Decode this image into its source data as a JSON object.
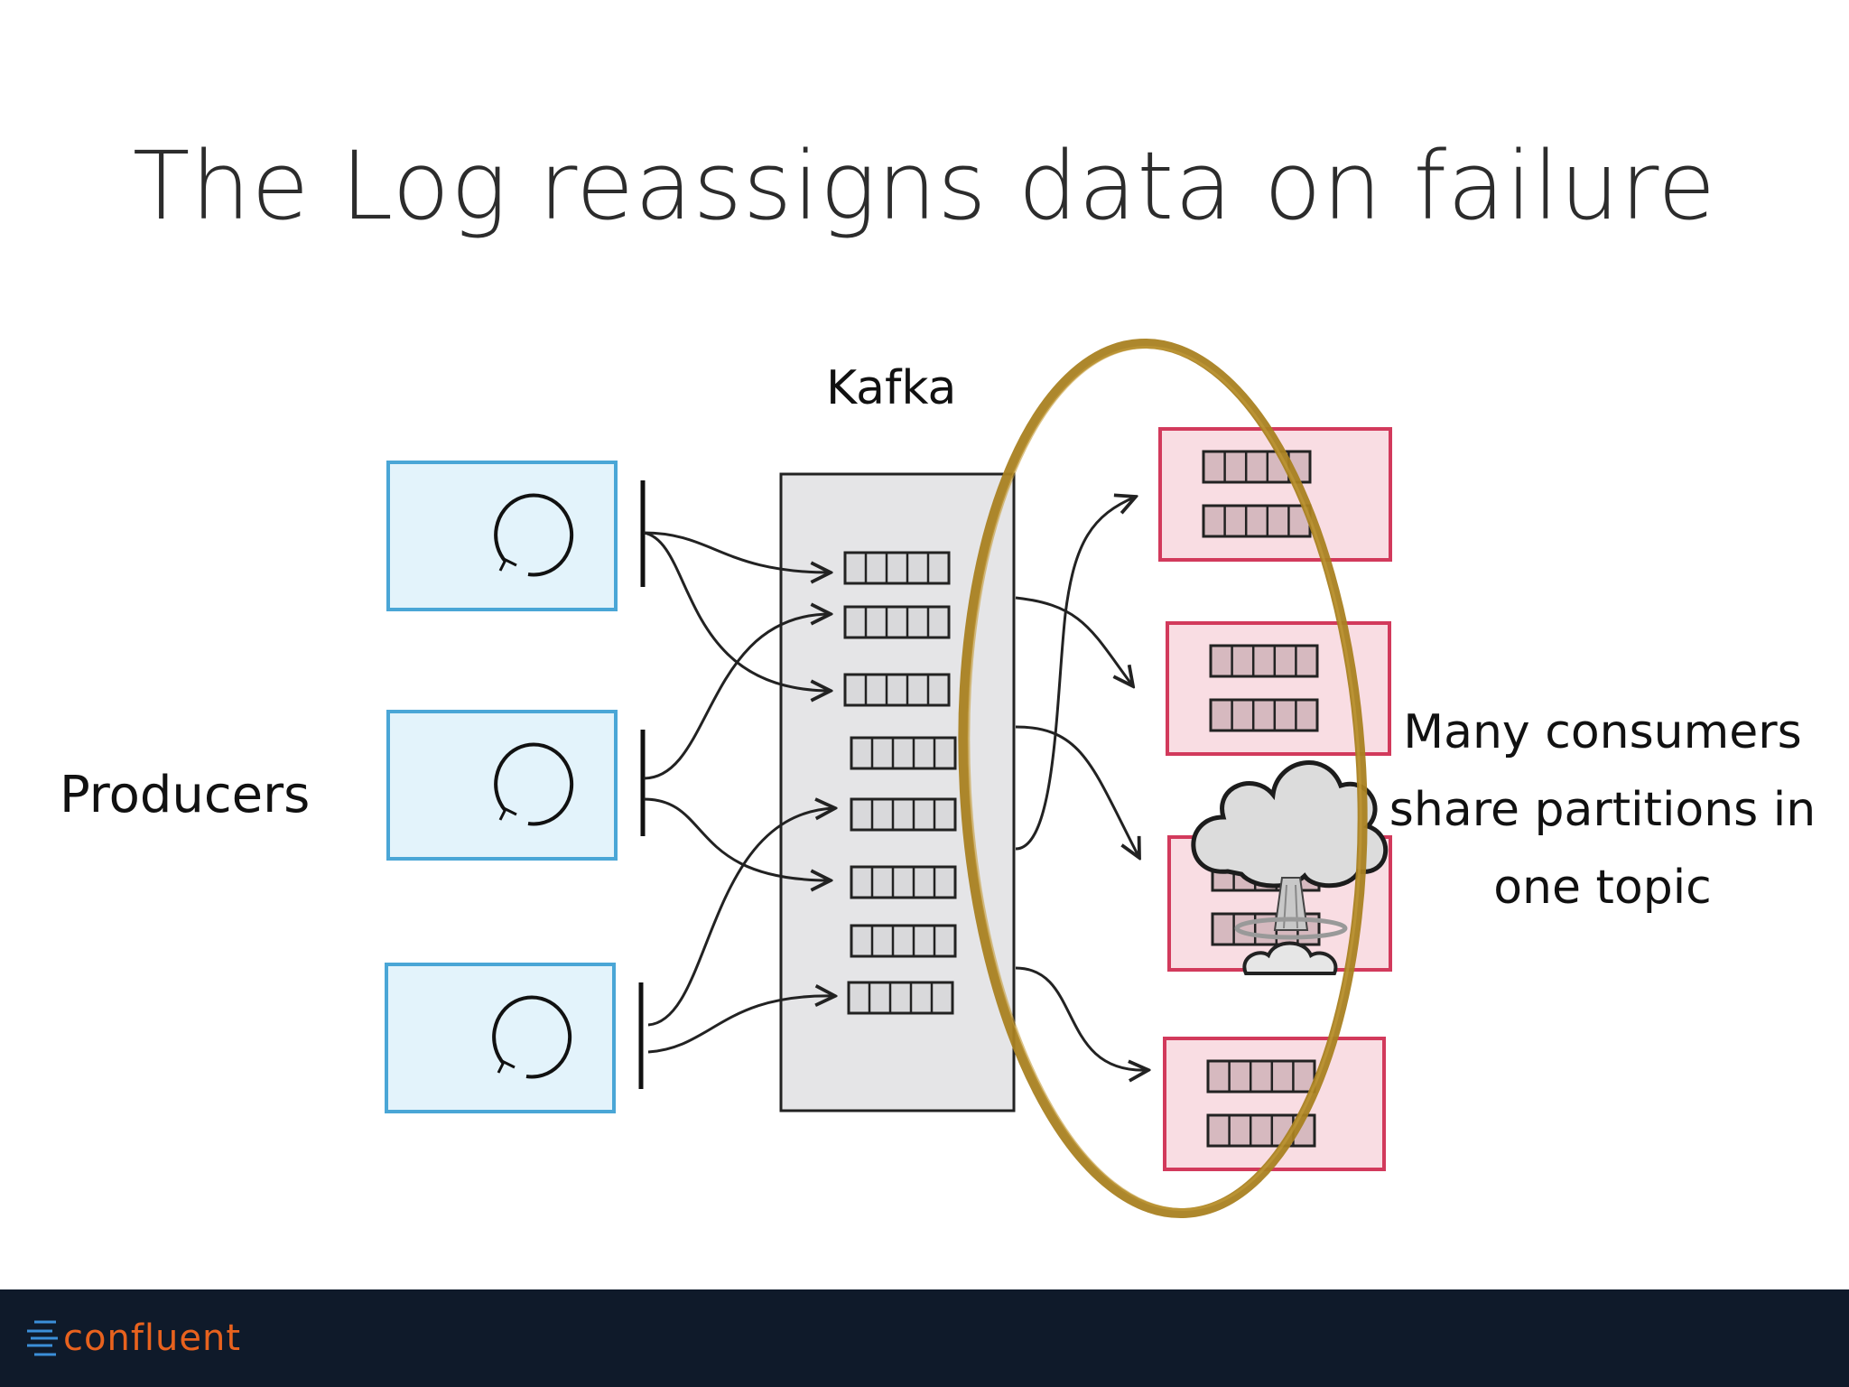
{
  "title": "The Log reassigns data on failure",
  "labels": {
    "kafka": "Kafka",
    "producers": "Producers",
    "consumers": "Many consumers share partitions in one topic"
  },
  "footer": {
    "logo_text": "confluent"
  },
  "icons": [
    "refresh-icon",
    "mushroom-cloud-explosion-icon",
    "confluent-logo-icon"
  ],
  "colors": {
    "producer_fill": "#e3f3fb",
    "producer_border": "#4aa6d6",
    "consumer_fill": "#f9dde3",
    "consumer_border": "#d23a5c",
    "kafka_fill": "#e5e5e7",
    "highlight_ellipse": "#a98121",
    "footer_bg": "#0f1a2a",
    "logo_orange": "#e8621e",
    "logo_blue": "#3b8fd9"
  }
}
